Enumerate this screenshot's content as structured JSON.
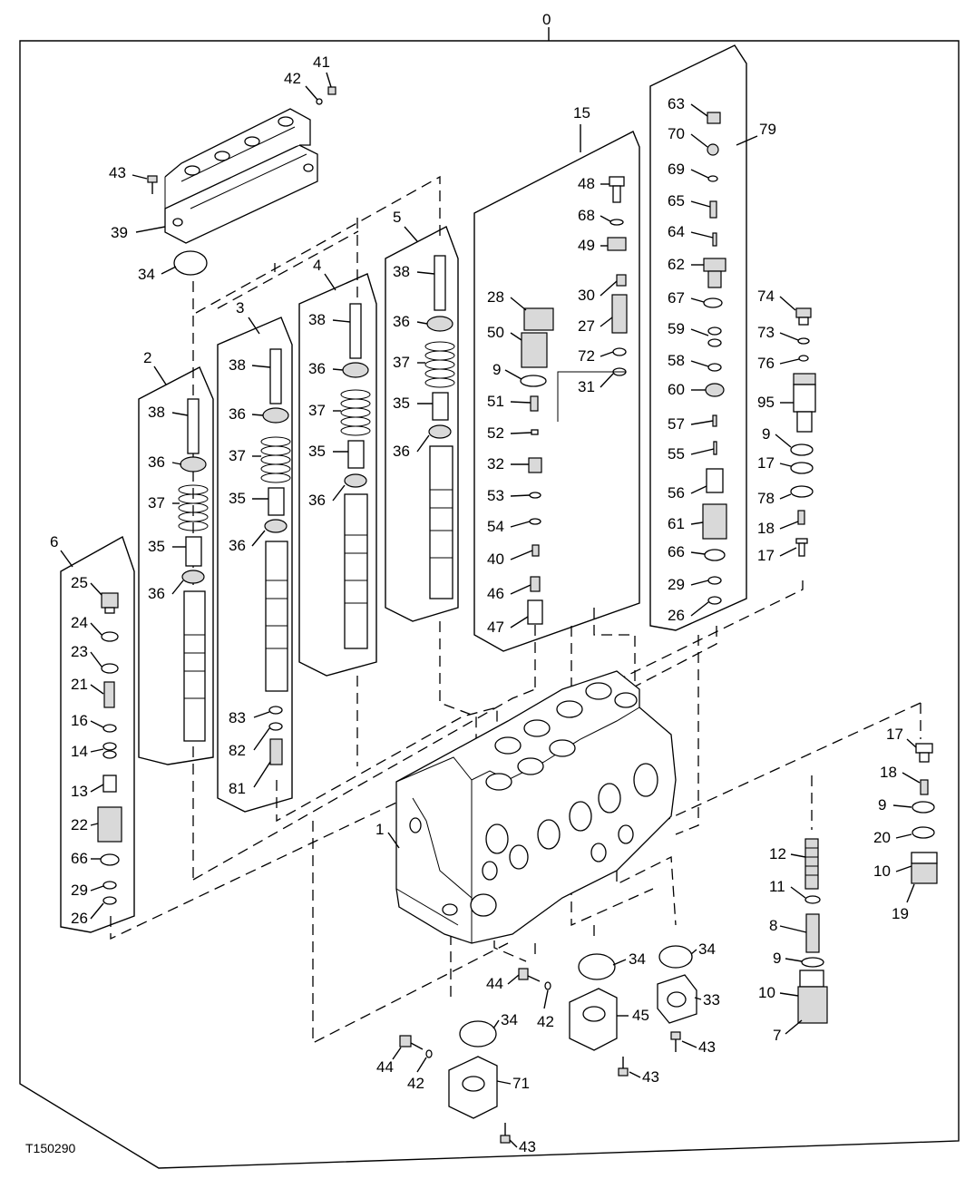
{
  "figure_id": "T150290",
  "assembly_label": "0",
  "group_labels": {
    "g2": "2",
    "g3": "3",
    "g4": "4",
    "g5": "5",
    "g6": "6",
    "g15": "15",
    "g79": "79"
  },
  "callouts": {
    "c41": "41",
    "c42a": "42",
    "c43a": "43",
    "c39": "39",
    "c34a": "34",
    "g2_38": "38",
    "g2_36a": "36",
    "g2_37": "37",
    "g2_35": "35",
    "g2_36b": "36",
    "g3_38": "38",
    "g3_36a": "36",
    "g3_37": "37",
    "g3_35": "35",
    "g3_36b": "36",
    "g3_83": "83",
    "g3_82": "82",
    "g3_81": "81",
    "g4_38": "38",
    "g4_36a": "36",
    "g4_37": "37",
    "g4_35": "35",
    "g4_36b": "36",
    "g5_38": "38",
    "g5_36a": "36",
    "g5_37": "37",
    "g5_35": "35",
    "g5_36b": "36",
    "g6_25": "25",
    "g6_24": "24",
    "g6_23": "23",
    "g6_21": "21",
    "g6_16": "16",
    "g6_14": "14",
    "g6_13": "13",
    "g6_22": "22",
    "g6_66": "66",
    "g6_29": "29",
    "g6_26": "26",
    "g15_48": "48",
    "g15_68": "68",
    "g15_49": "49",
    "g15_28": "28",
    "g15_30": "30",
    "g15_50": "50",
    "g15_27": "27",
    "g15_72": "72",
    "g15_9": "9",
    "g15_31": "31",
    "g15_51": "51",
    "g15_52": "52",
    "g15_32": "32",
    "g15_53": "53",
    "g15_54": "54",
    "g15_40": "40",
    "g15_46": "46",
    "g15_47": "47",
    "g79_63": "63",
    "g79_70": "70",
    "g79_69": "69",
    "g79_65": "65",
    "g79_64": "64",
    "g79_62": "62",
    "g79_67": "67",
    "g79_59": "59",
    "g79_58": "58",
    "g79_60": "60",
    "g79_57": "57",
    "g79_55": "55",
    "g79_56": "56",
    "g79_61": "61",
    "g79_66": "66",
    "g79_29": "29",
    "g79_26": "26",
    "r_74": "74",
    "r_73": "73",
    "r_76": "76",
    "r_95": "95",
    "r_9": "9",
    "r_17a": "17",
    "r_78": "78",
    "r_18a": "18",
    "r_17b": "17",
    "c1": "1",
    "s_17": "17",
    "s_18": "18",
    "s_9a": "9",
    "s_20": "20",
    "s_10a": "10",
    "s_19": "19",
    "s_12": "12",
    "s_11": "11",
    "s_8": "8",
    "s_9b": "9",
    "s_10b": "10",
    "s_7": "7",
    "b_34a": "34",
    "b_34b": "34",
    "b_33": "33",
    "b_43a": "43",
    "b_44a": "44",
    "b_42a": "42",
    "b_45": "45",
    "b_43b": "43",
    "b_34c": "34",
    "b_44b": "44",
    "b_42b": "42",
    "b_71": "71",
    "b_43c": "43"
  }
}
